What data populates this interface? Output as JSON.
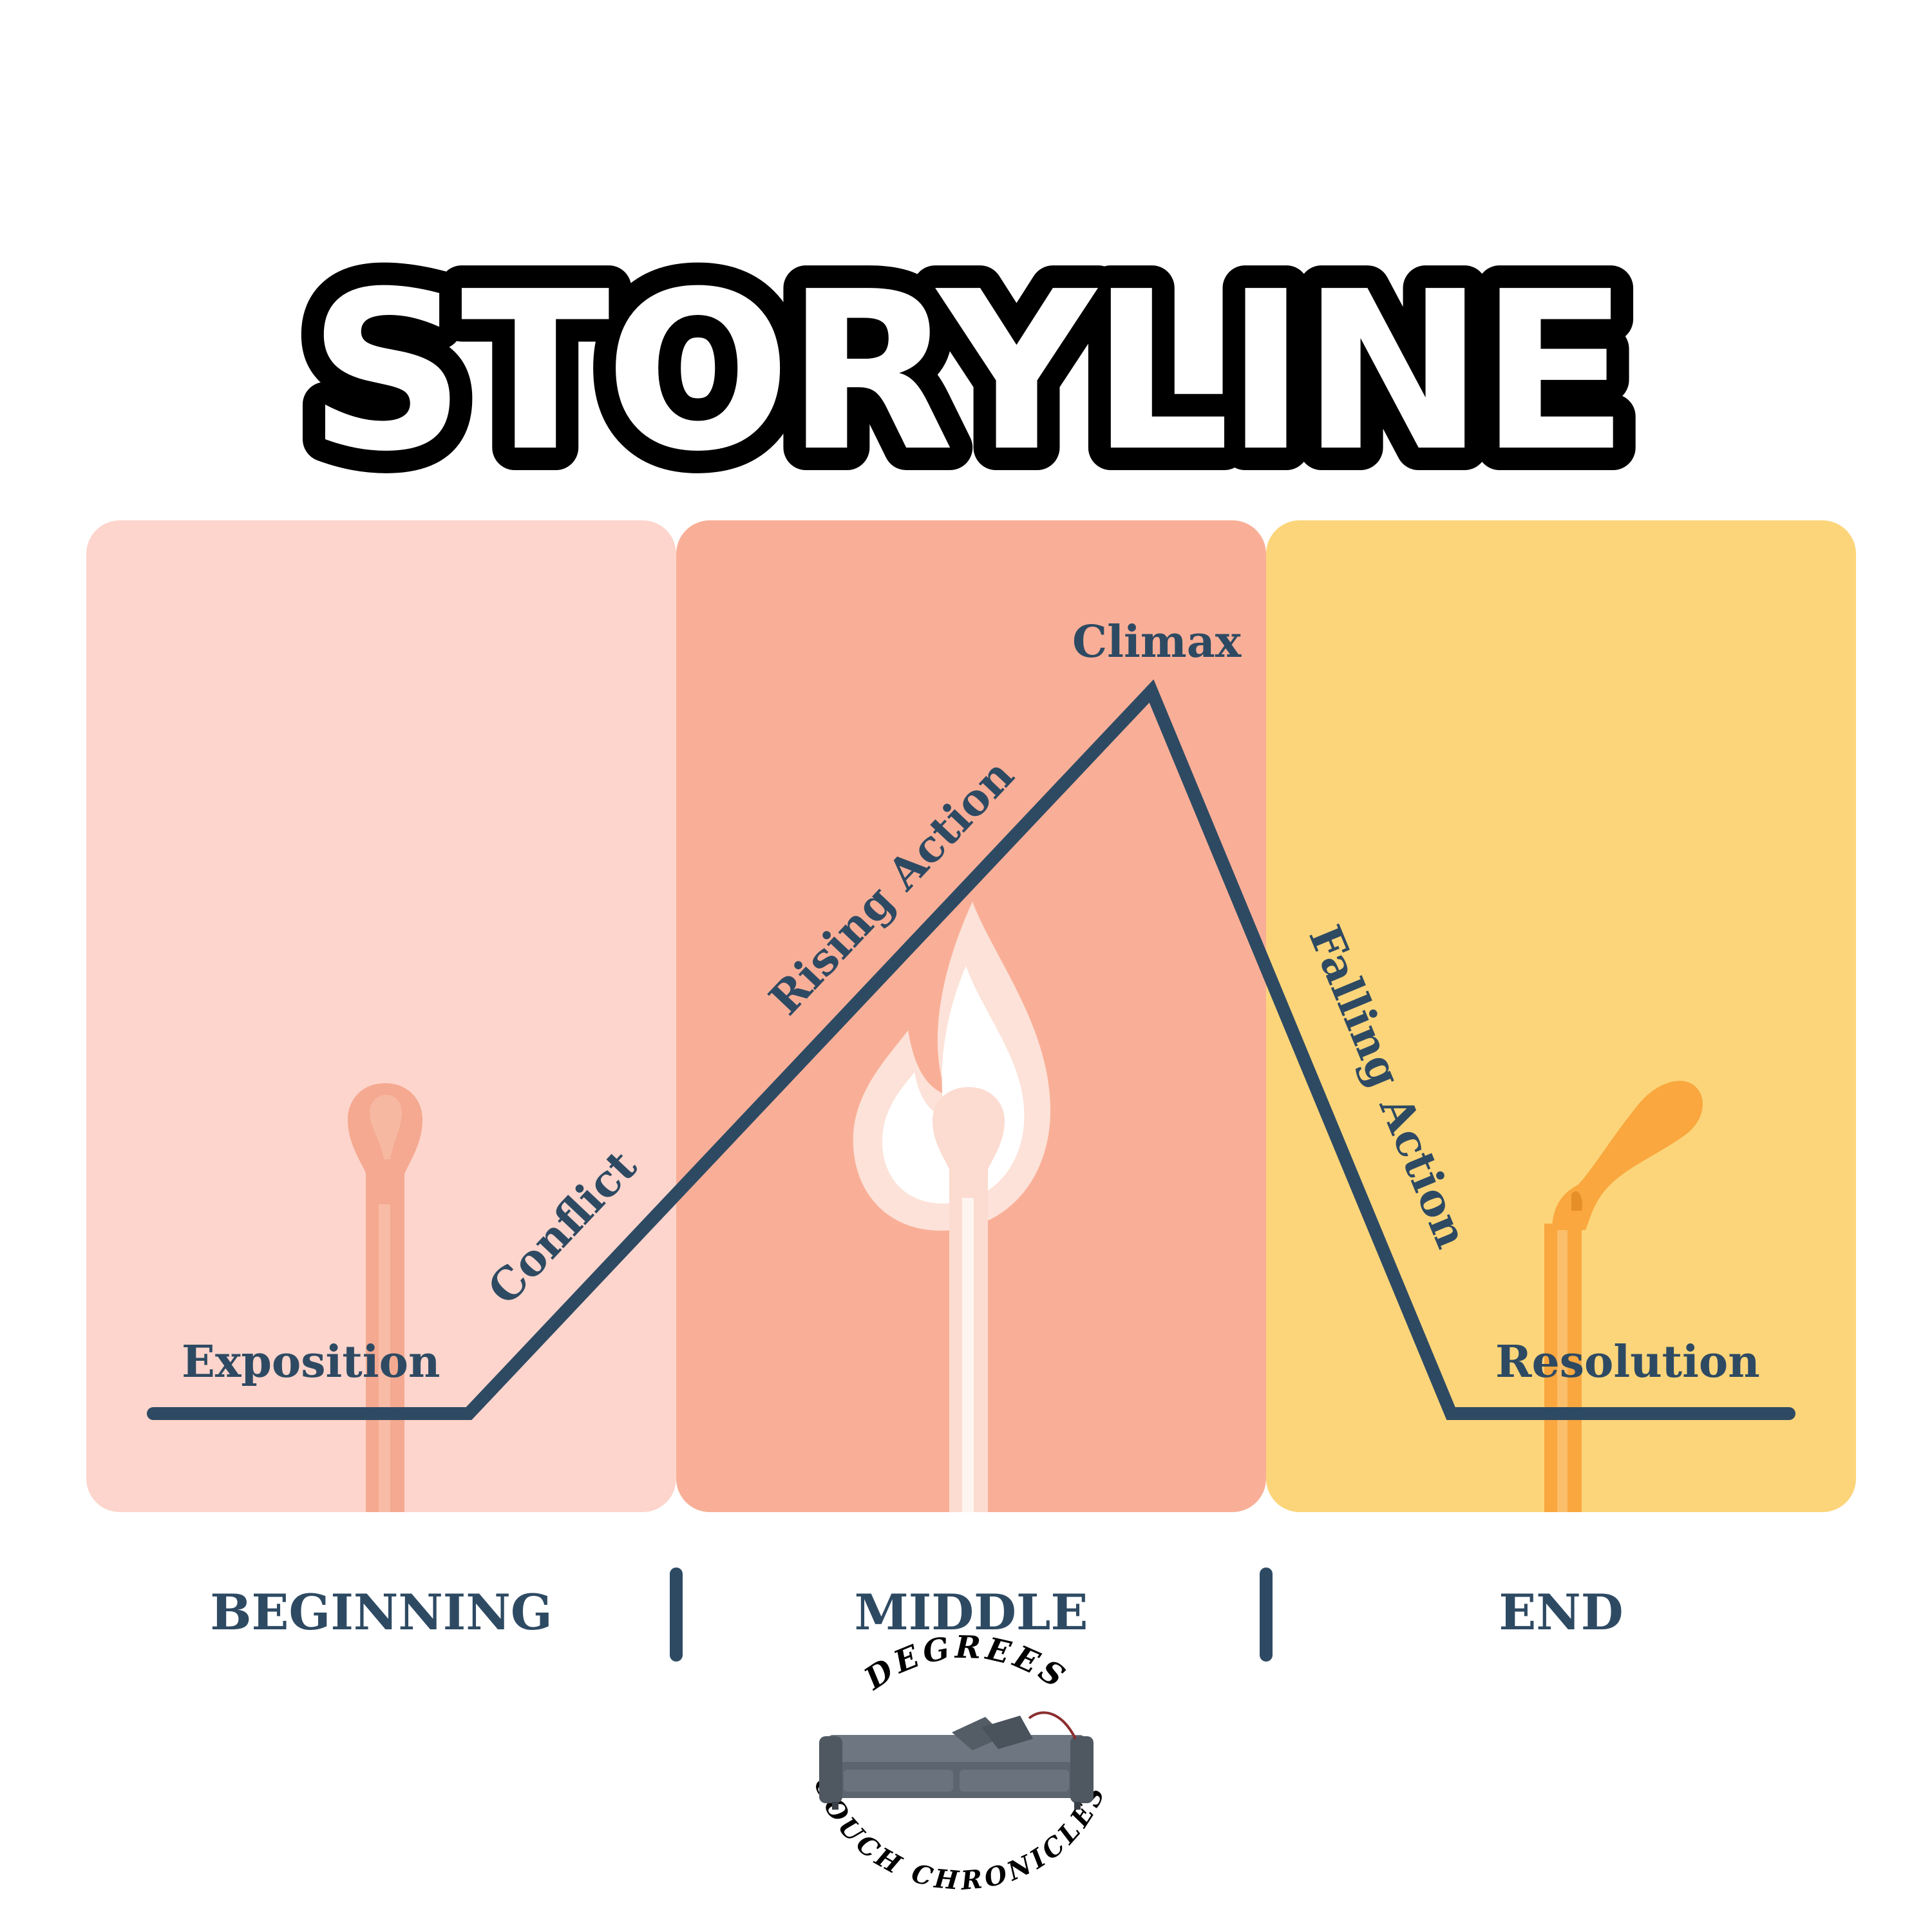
{
  "title": "STORYLINE",
  "stages": {
    "exposition": "Exposition",
    "conflict": "Conflict",
    "rising_action": "Rising Action",
    "climax": "Climax",
    "falling_action": "Falling Action",
    "resolution": "Resolution"
  },
  "sections": {
    "beginning": "BEGINNING",
    "middle": "MIDDLE",
    "end": "END"
  },
  "logo": {
    "top_text": "DEGREES",
    "bottom_text": "COUCH CHRONICLES",
    "icon": "couch-icon"
  },
  "colors": {
    "beginning_panel": "#FDD5CC",
    "middle_panel": "#F9AF97",
    "end_panel": "#FCD57A",
    "plot_line": "#2E4A63",
    "label_text": "#2E4A63",
    "match_beginning": "#F4A990",
    "match_flame": "#FFFFFF",
    "match_end": "#F9A73E"
  }
}
